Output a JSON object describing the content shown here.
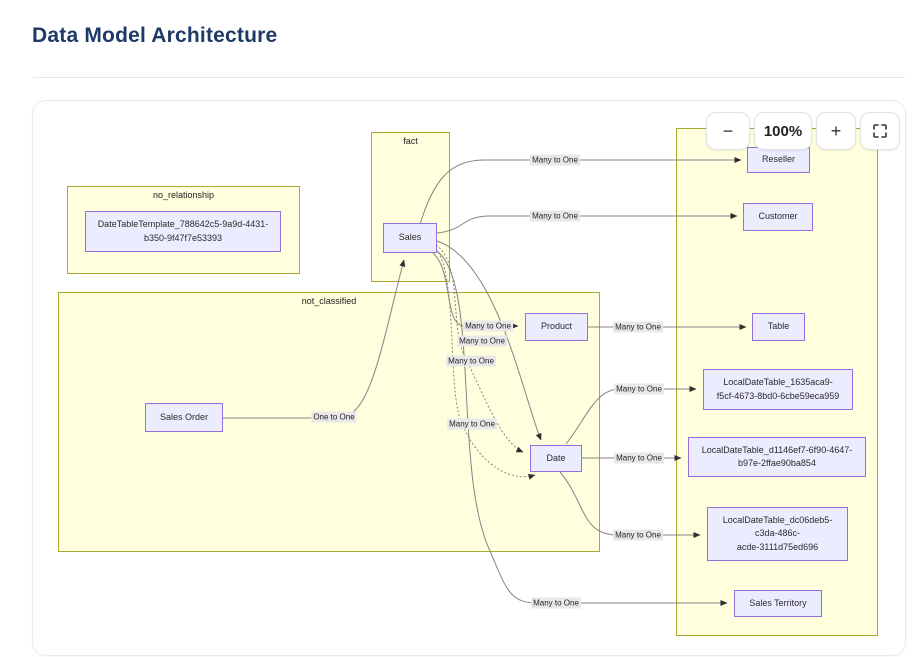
{
  "page": {
    "title": "Data Model Architecture"
  },
  "toolbar": {
    "zoom_out_label": "−",
    "zoom_level": "100%",
    "zoom_in_label": "+",
    "fullscreen_icon": "fullscreen-icon"
  },
  "colors": {
    "title": "#1e3a66",
    "cluster_fill": "#ffffde",
    "cluster_border": "#aaaa33",
    "node_fill": "#ececff",
    "node_border": "#9370db",
    "edge": "#848484",
    "edge_label_bg": "#e8e8e8"
  },
  "diagram": {
    "clusters": [
      {
        "id": "fact",
        "label": "fact"
      },
      {
        "id": "no_relationship",
        "label": "no_relationship"
      },
      {
        "id": "not_classified",
        "label": "not_classified"
      },
      {
        "id": "right_group",
        "label": ""
      }
    ],
    "nodes": [
      {
        "id": "sales",
        "label": "Sales"
      },
      {
        "id": "datetabletemplate",
        "label": "DateTableTemplate_788642c5-9a9d-4431-\nb350-9f47f7e53393"
      },
      {
        "id": "sales_order",
        "label": "Sales Order"
      },
      {
        "id": "product",
        "label": "Product"
      },
      {
        "id": "date",
        "label": "Date"
      },
      {
        "id": "reseller",
        "label": "Reseller"
      },
      {
        "id": "customer",
        "label": "Customer"
      },
      {
        "id": "table",
        "label": "Table"
      },
      {
        "id": "localdatetable_1635",
        "label": "LocalDateTable_1635aca9-\nf5cf-4673-8bd0-6cbe59eca959"
      },
      {
        "id": "localdatetable_d1146",
        "label": "LocalDateTable_d1146ef7-6f90-4647-\nb97e-2ffae90ba854"
      },
      {
        "id": "localdatetable_dc06",
        "label": "LocalDateTable_dc06deb5-\nc3da-486c-\nacde-3111d75ed696"
      },
      {
        "id": "sales_territory",
        "label": "Sales Territory"
      }
    ],
    "edges": [
      {
        "id": "sales_reseller",
        "from": "sales",
        "to": "reseller",
        "label": "Many to One",
        "style": "solid"
      },
      {
        "id": "sales_customer",
        "from": "sales",
        "to": "customer",
        "label": "Many to One",
        "style": "solid"
      },
      {
        "id": "sales_product",
        "from": "sales",
        "to": "product",
        "label": "Many to One",
        "style": "solid"
      },
      {
        "id": "product_table",
        "from": "product",
        "to": "table",
        "label": "Many to One",
        "style": "solid"
      },
      {
        "id": "sales_date_1",
        "from": "sales",
        "to": "date",
        "label": "Many to One",
        "style": "solid"
      },
      {
        "id": "sales_date_2",
        "from": "sales",
        "to": "date",
        "label": "Many to One",
        "style": "dotted"
      },
      {
        "id": "sales_date_3",
        "from": "sales",
        "to": "date",
        "label": "Many to One",
        "style": "dotted"
      },
      {
        "id": "date_localdatetable_1635",
        "from": "date",
        "to": "localdatetable_1635",
        "label": "Many to One",
        "style": "solid"
      },
      {
        "id": "date_localdatetable_d1146",
        "from": "date",
        "to": "localdatetable_d1146",
        "label": "Many to One",
        "style": "solid"
      },
      {
        "id": "date_localdatetable_dc06",
        "from": "date",
        "to": "localdatetable_dc06",
        "label": "Many to One",
        "style": "solid"
      },
      {
        "id": "sales_sales_territory",
        "from": "sales",
        "to": "sales_territory",
        "label": "Many to One",
        "style": "solid"
      },
      {
        "id": "sales_order_sales",
        "from": "sales_order",
        "to": "sales",
        "label": "One to One",
        "style": "solid"
      }
    ]
  }
}
